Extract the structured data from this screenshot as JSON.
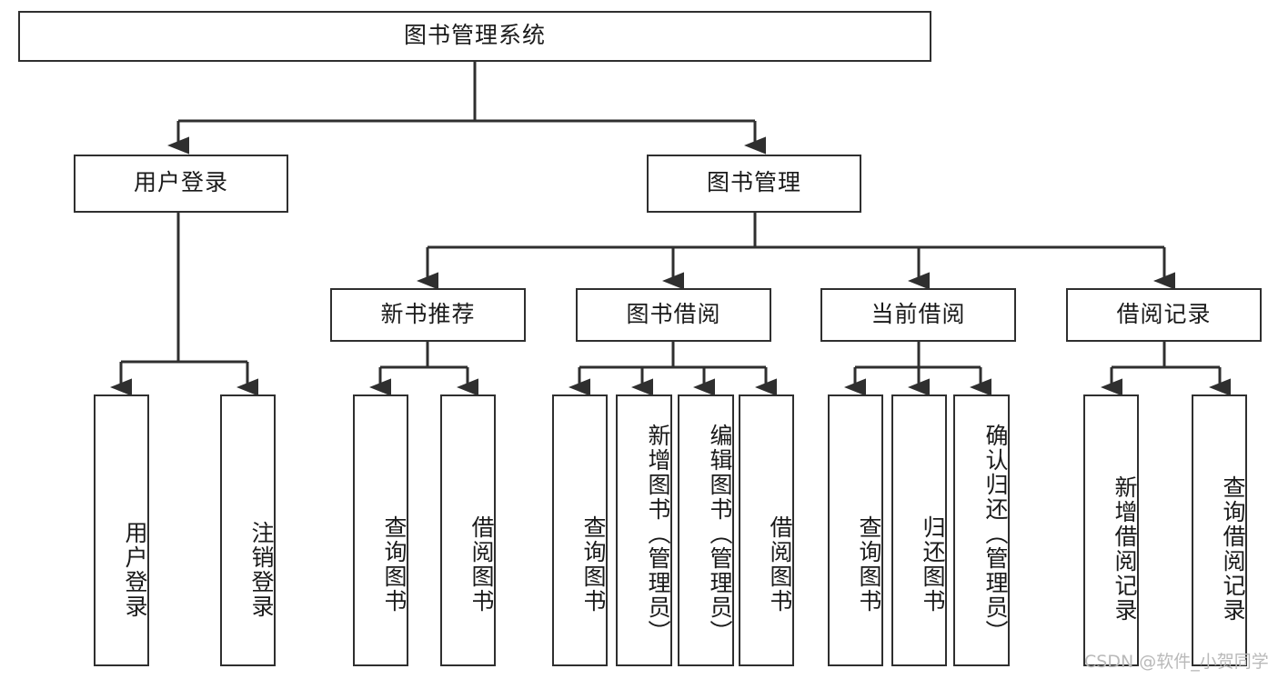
{
  "diagram": {
    "type": "tree-hierarchy",
    "title": "图书管理系统",
    "watermark": "CSDN @软件_小贺同学",
    "colors": {
      "stroke": "#2f2f2f",
      "fill": "#ffffff",
      "text": "#1a1a1a",
      "watermark": "#b9b9b9"
    },
    "nodes": {
      "root": {
        "label": "图书管理系统"
      },
      "level2": [
        {
          "label": "用户登录"
        },
        {
          "label": "图书管理"
        }
      ],
      "level3": [
        {
          "label": "新书推荐"
        },
        {
          "label": "图书借阅"
        },
        {
          "label": "当前借阅"
        },
        {
          "label": "借阅记录"
        }
      ],
      "leaves": {
        "user_login": [
          {
            "label": "用户登录"
          },
          {
            "label": "注销登录"
          }
        ],
        "new_book_recommend": [
          {
            "label": "查询图书"
          },
          {
            "label": "借阅图书"
          }
        ],
        "book_borrow": [
          {
            "label": "查询图书"
          },
          {
            "label": "新增图书（管理员）"
          },
          {
            "label": "编辑图书（管理员）"
          },
          {
            "label": "借阅图书"
          }
        ],
        "current_borrow": [
          {
            "label": "查询图书"
          },
          {
            "label": "归还图书"
          },
          {
            "label": "确认归还（管理员）"
          }
        ],
        "borrow_record": [
          {
            "label": "新增借阅记录"
          },
          {
            "label": "查询借阅记录"
          }
        ]
      }
    }
  }
}
